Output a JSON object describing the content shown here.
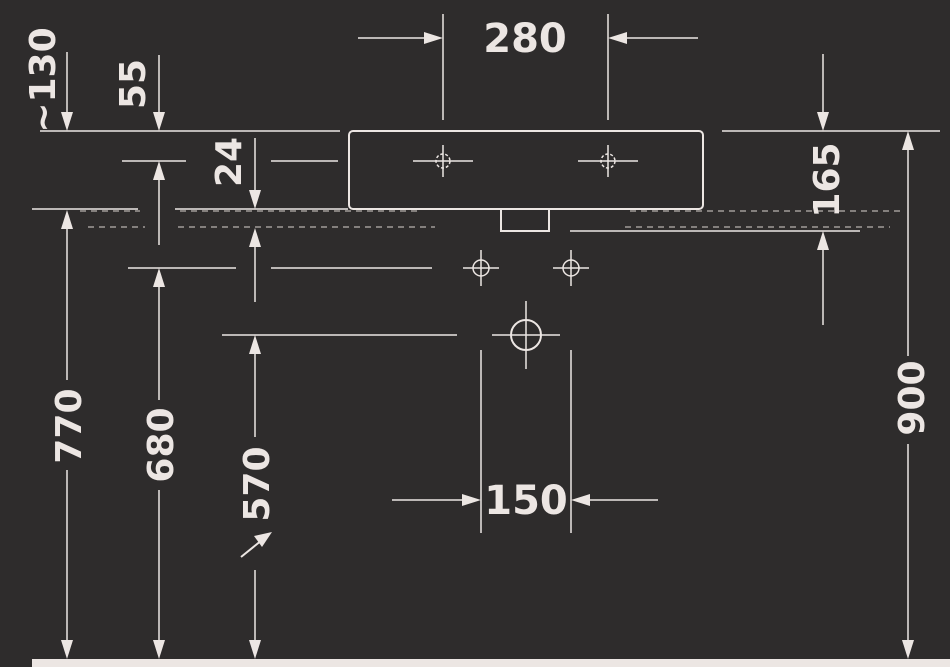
{
  "dimensions": {
    "width_top": "280",
    "width_bottom": "150",
    "left_130": "~130",
    "left_55": "55",
    "left_24": "24",
    "right_165": "165",
    "height_770": "770",
    "height_680": "680",
    "height_570": "570",
    "height_900": "900"
  },
  "colors": {
    "background": "#2e2c2c",
    "line": "#ece6e3",
    "dashed": "#b9b3b0"
  }
}
